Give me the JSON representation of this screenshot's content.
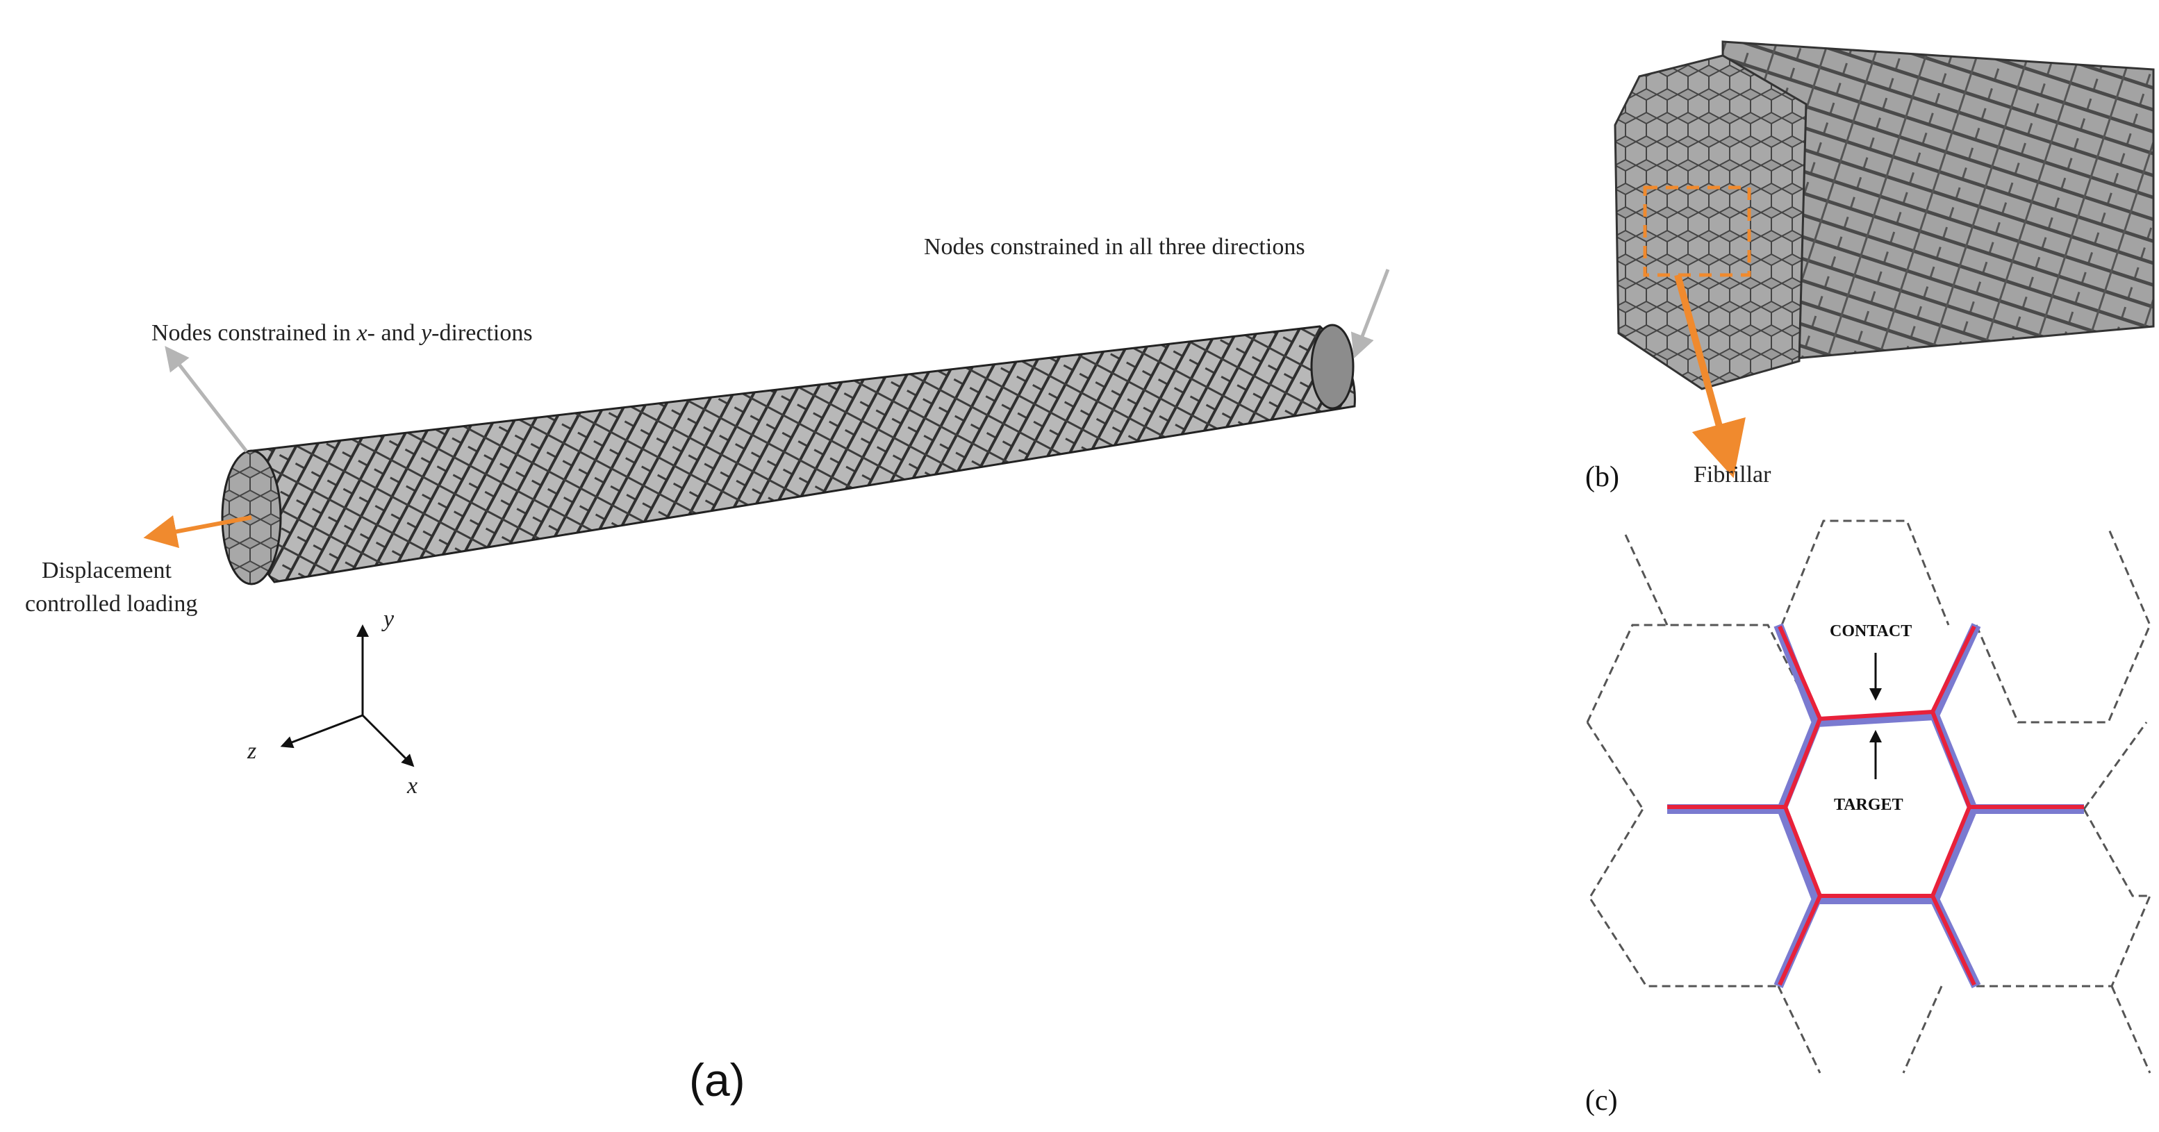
{
  "panel_a": {
    "label": "(a)",
    "annotation_fixed": "Nodes constrained in all three directions",
    "annotation_xy_parts": [
      "Nodes constrained in ",
      "x",
      "- and ",
      "y",
      "-directions"
    ],
    "annotation_load_line1": "Displacement",
    "annotation_load_line2": "controlled loading",
    "axis_y": "y",
    "axis_z": "z",
    "axis_x": "x"
  },
  "panel_b": {
    "label": "(b)",
    "callout": "Fibrillar"
  },
  "panel_c": {
    "label": "(c)",
    "contact_label": "CONTACT",
    "target_label": "TARGET"
  },
  "colors": {
    "rod_fill": "#a9a9a9",
    "rod_dark": "#3a3a3a",
    "orange": "#f08a2e",
    "grey_arrow": "#b5b5b5",
    "contact_red": "#e8213a",
    "target_blue": "#7a7ad0"
  }
}
